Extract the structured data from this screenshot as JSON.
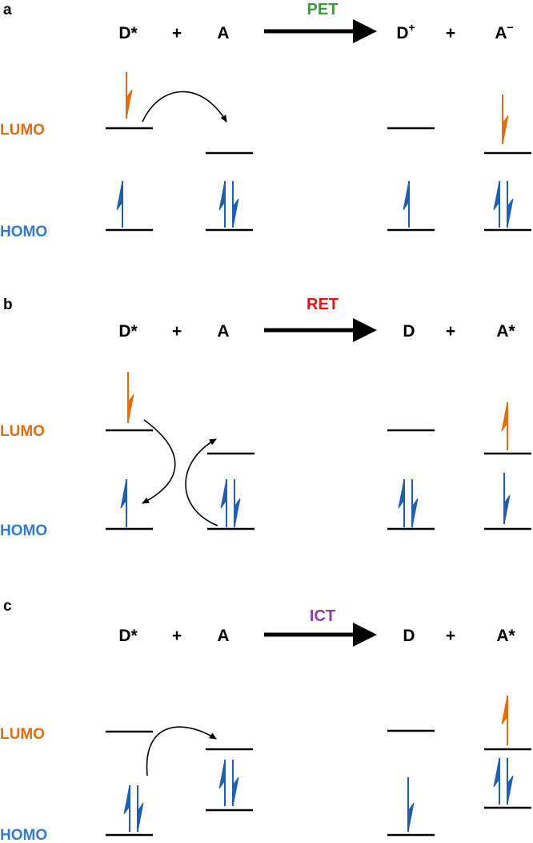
{
  "colors": {
    "lumo_label": "#e46c0a",
    "homo_label": "#2e7dd1",
    "electron_down_excited": "#e46c0a",
    "electron_blue": "#1f5fb0",
    "PET": "#3a9a3a",
    "RET": "#e81010",
    "ICT": "#8b3dab",
    "line": "#000000"
  },
  "orbital_labels": {
    "lumo": "LUMO",
    "homo": "HOMO"
  },
  "panels": [
    {
      "id": "a",
      "letter": "a",
      "process": "PET",
      "process_color": "#3a9a3a",
      "reactants": [
        "D*",
        "+",
        "A"
      ],
      "products": {
        "d": "D",
        "d_sup": "+",
        "plus": "+",
        "a": "A",
        "a_sup": "−"
      }
    },
    {
      "id": "b",
      "letter": "b",
      "process": "RET",
      "process_color": "#e81010",
      "reactants": [
        "D*",
        "+",
        "A"
      ],
      "products": {
        "d": "D",
        "d_sup": "",
        "plus": "+",
        "a": "A*",
        "a_sup": ""
      }
    },
    {
      "id": "c",
      "letter": "c",
      "process": "ICT",
      "process_color": "#8b3dab",
      "reactants": [
        "D*",
        "+",
        "A"
      ],
      "products": {
        "d": "D",
        "d_sup": "",
        "plus": "+",
        "a": "A*",
        "a_sup": ""
      }
    }
  ]
}
